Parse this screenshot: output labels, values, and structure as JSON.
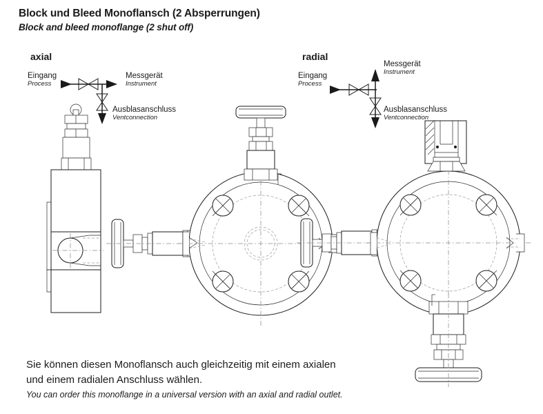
{
  "title": {
    "de": "Block und Bleed Monoflansch (2 Absperrungen)",
    "en": "Block and bleed monoflange (2 shut off)"
  },
  "sections": [
    {
      "id": "axial",
      "heading": "axial",
      "schematic": {
        "inlet": {
          "de": "Eingang",
          "en": "Process"
        },
        "instrument": {
          "de": "Messgerät",
          "en": "Instrument"
        },
        "vent": {
          "de": "Ausblasanschluss",
          "en": "Ventconnection"
        }
      }
    },
    {
      "id": "radial",
      "heading": "radial",
      "schematic": {
        "inlet": {
          "de": "Eingang",
          "en": "Process"
        },
        "instrument": {
          "de": "Messgerät",
          "en": "Instrument"
        },
        "vent": {
          "de": "Ausblasanschluss",
          "en": "Ventconnection"
        }
      }
    }
  ],
  "footer": {
    "de_line1": "Sie können diesen Monoflansch auch gleichzeitig mit einem axialen",
    "de_line2": "und einem radialen Anschluss wählen.",
    "en_line": "You can order this monoflange in a universal version with an axial and radial outlet."
  },
  "colors": {
    "line": "#1a1a1a",
    "centerline": "#8a8a94",
    "background": "#ffffff"
  }
}
